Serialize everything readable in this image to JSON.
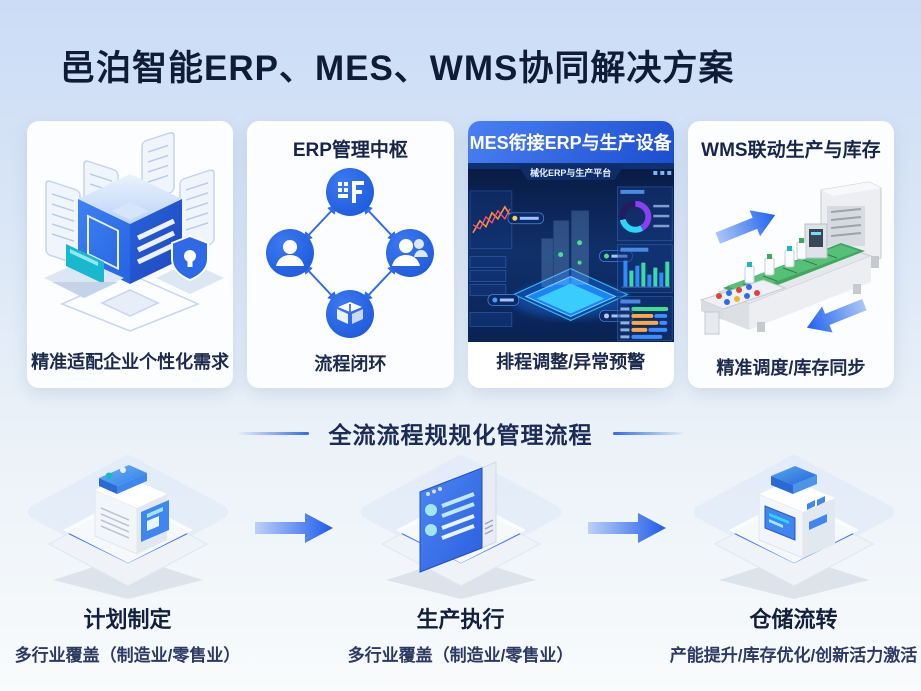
{
  "page": {
    "title": "邑泊智能ERP、MES、WMS协同解决方案",
    "accent_blue": "#2f6bee",
    "background_top": "#cbdcf6",
    "background_bottom": "#f9fbfc",
    "text_dark": "#101b36"
  },
  "cards": [
    {
      "id": "custom-fit",
      "illustration": "isometric-server-cube-with-docs-laptop-shield",
      "caption": "精准适配企业个性化需求"
    },
    {
      "id": "erp-hub",
      "title": "ERP管理中枢",
      "caption": "流程闭环",
      "icons": [
        "form-grid-icon",
        "user-icon",
        "users-icon",
        "package-icon"
      ]
    },
    {
      "id": "mes",
      "title": "MES衔接ERP与生产设备",
      "dashboard_title": "械化ERP与生产平台",
      "caption": "排程调整/异常预警"
    },
    {
      "id": "wms",
      "title": "WMS联动生产与库存",
      "illustration": "conveyor-production-line",
      "caption": "精准调度/库存同步"
    }
  ],
  "banner": {
    "text": "全流流程规规化管理流程"
  },
  "flow": {
    "steps": [
      {
        "title": "计划制定",
        "subtitle": "多行业覆盖（制造业/零售业）"
      },
      {
        "title": "生产执行",
        "subtitle": "多行业覆盖（制造业/零售业）"
      },
      {
        "title": "仓储流转",
        "subtitle": "产能提升/库存优化/创新活力激活"
      }
    ]
  }
}
